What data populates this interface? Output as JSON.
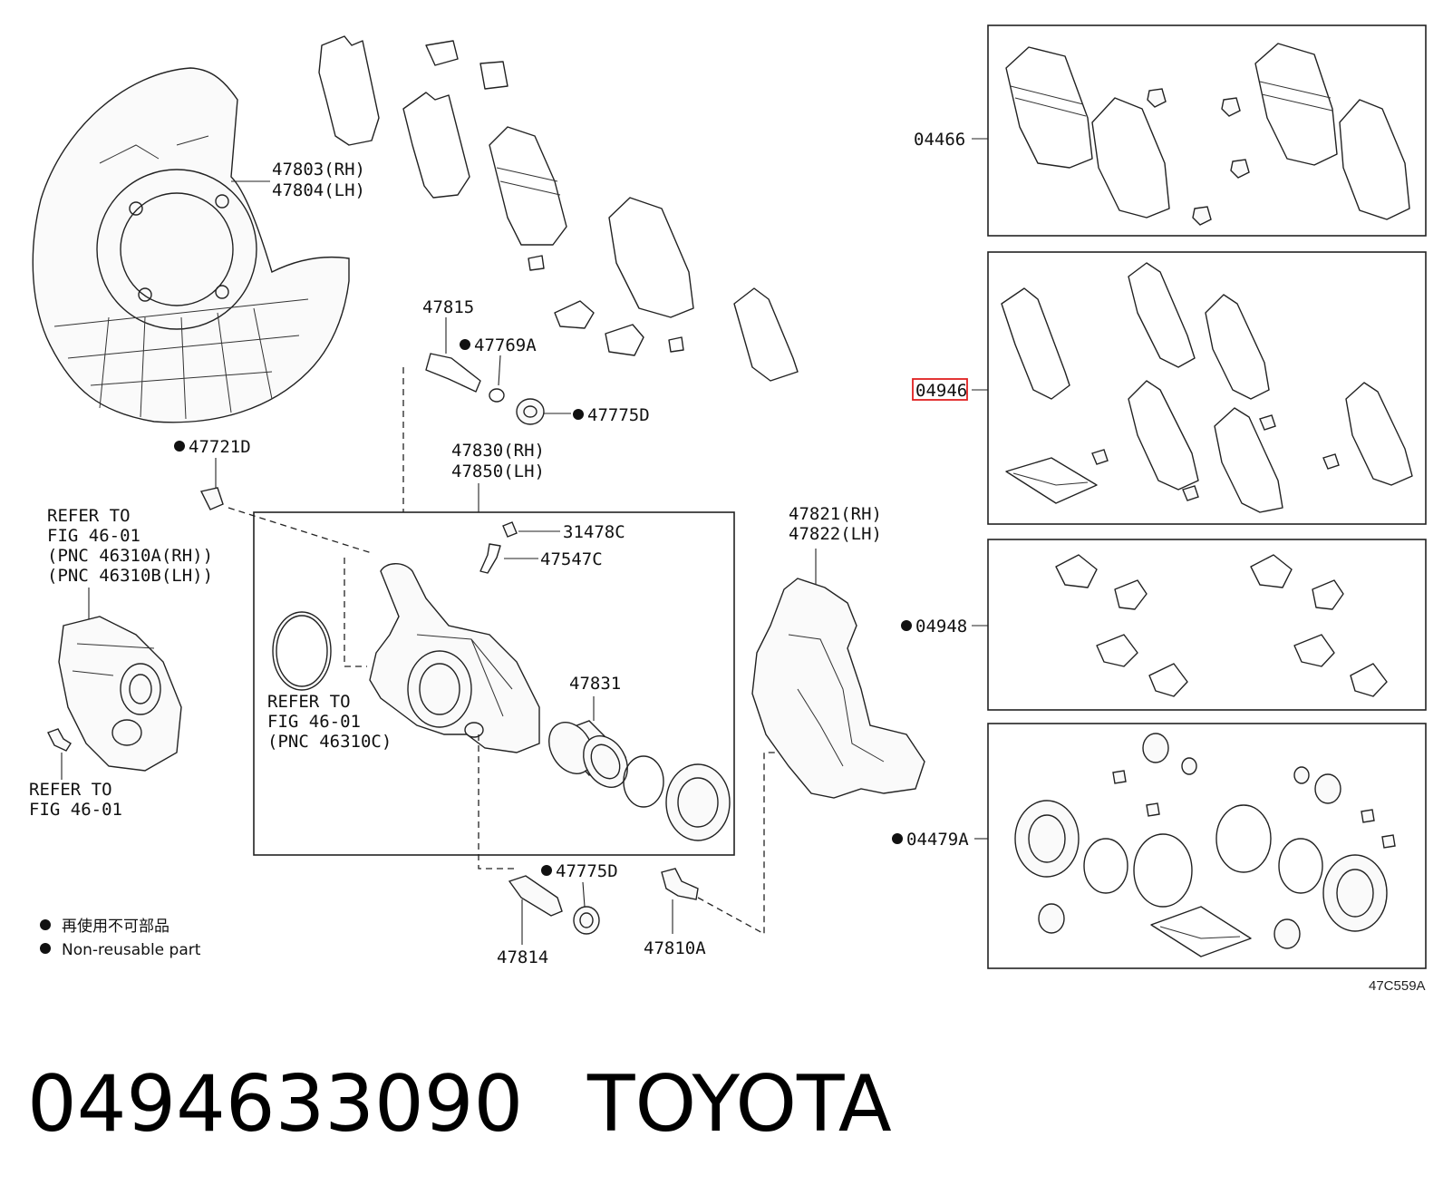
{
  "labels": {
    "p47803": "47803(RH)",
    "p47804": "47804(LH)",
    "p47815": "47815",
    "p47769A": "47769A",
    "p47775D_top": "47775D",
    "p47721D": "47721D",
    "p47830": "47830(RH)",
    "p47850": "47850(LH)",
    "p31478C": "31478C",
    "p47547C": "47547C",
    "p47821": "47821(RH)",
    "p47822": "47822(LH)",
    "p47831": "47831",
    "p47775D_bottom": "47775D",
    "p47814": "47814",
    "p47810A": "47810A",
    "k04466": "04466",
    "k04946": "04946",
    "k04948": "04948",
    "k04479A": "04479A"
  },
  "refer_left": [
    "REFER TO",
    "FIG 46-01",
    "(PNC 46310A(RH))",
    "(PNC 46310B(LH))"
  ],
  "refer_mid": [
    "REFER TO",
    "FIG 46-01",
    "(PNC 46310C)"
  ],
  "refer_bolt": [
    "REFER TO",
    "FIG 46-01"
  ],
  "legend": {
    "line_cn": "再使用不可部品",
    "line_en": "Non-reusable part"
  },
  "figure_code": "47C559A",
  "footer": {
    "part_number": "0494633090",
    "brand": "TOYOTA"
  },
  "highlight_color": "#e02020"
}
